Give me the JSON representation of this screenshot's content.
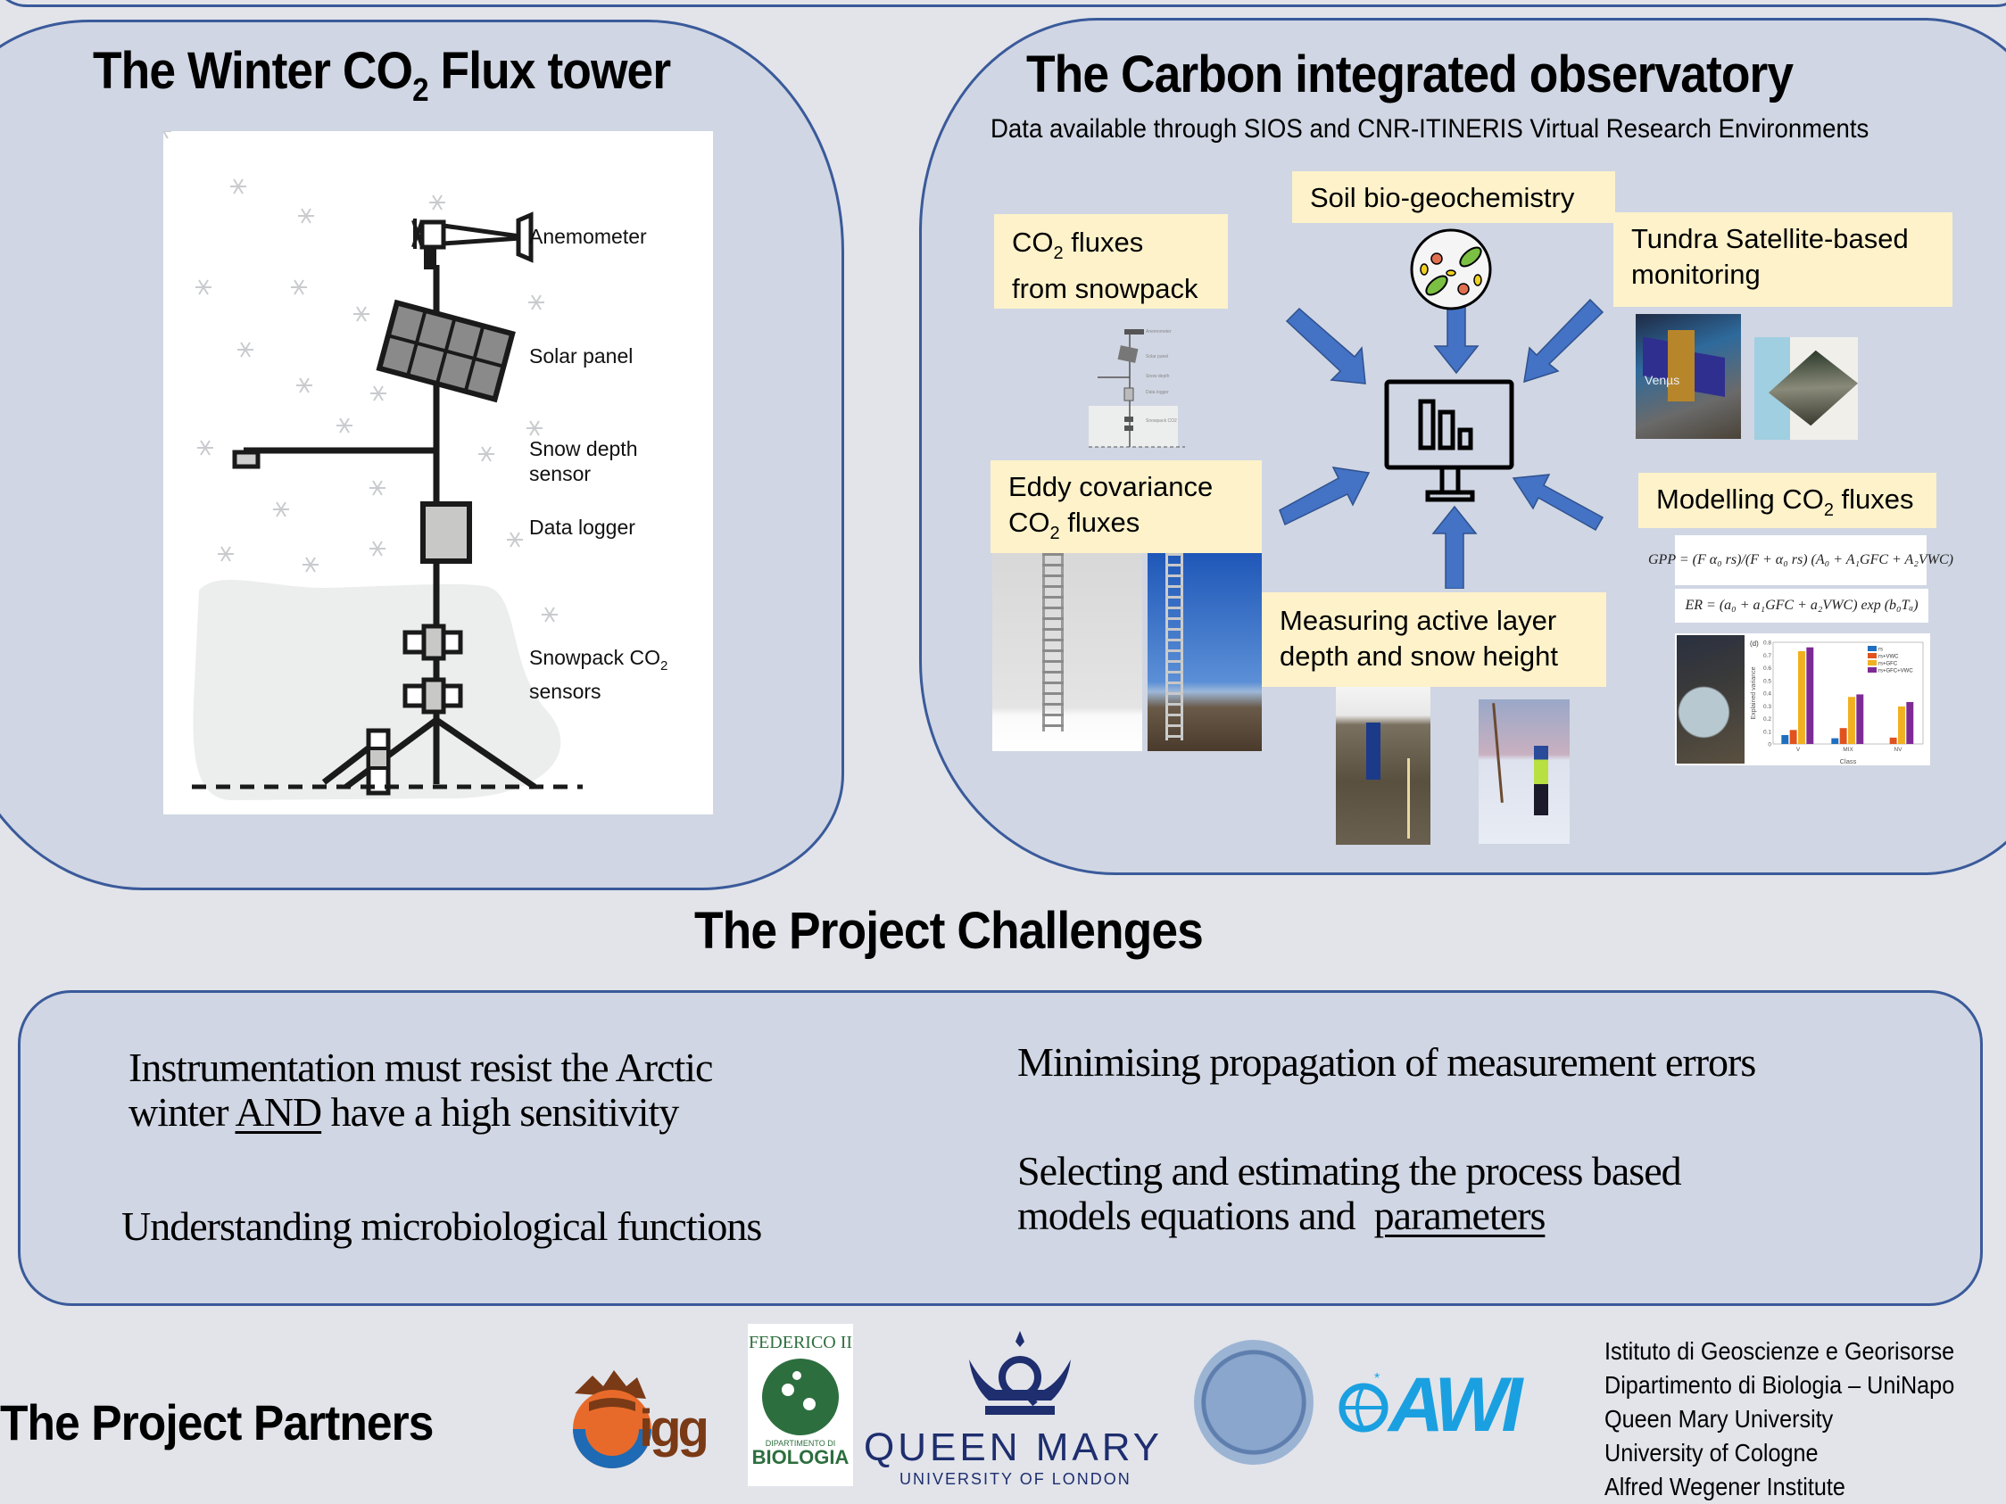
{
  "tower_panel": {
    "title": "The Winter CO",
    "title_sub": "2",
    "title_rest": " Flux tower",
    "labels": {
      "anemometer": "Anemometer",
      "solar_panel": "Solar panel",
      "snow_depth_1": "Snow depth",
      "snow_depth_2": "sensor",
      "data_logger": "Data logger",
      "snowpack_1": "Snowpack CO",
      "snowpack_sub": "2",
      "snowpack_2": "sensors"
    }
  },
  "observatory_panel": {
    "title": "The Carbon integrated observatory",
    "subtitle": "Data available through SIOS and CNR-ITINERIS Virtual Research Environments",
    "boxes": {
      "soil": "Soil bio-geochemistry",
      "snowpack_1": "CO",
      "snowpack_sub": "2",
      "snowpack_1b": " fluxes",
      "snowpack_2": "from snowpack",
      "satellite_1": "Tundra Satellite-based",
      "satellite_2": "monitoring",
      "eddy_1": "Eddy covariance",
      "eddy_2": "CO",
      "eddy_sub": "2",
      "eddy_2b": " fluxes",
      "active_1": "Measuring active layer",
      "active_2": "depth and snow height",
      "modelling": "Modelling CO",
      "modelling_sub": "2",
      "modelling_rest": " fluxes"
    },
    "satellite_image_text": "Venµs",
    "equations": {
      "gpp": "GPP = (F α₀ rs)/(F + α₀ rs) (A₀ + A₁GFC + A₂VWC)",
      "er": "ER = (a₀ + a₁GFC + a₂VWC) exp (b₀Tₐ)"
    },
    "colors": {
      "arrow": "#4472c4",
      "label_bg": "#fdf2ca"
    }
  },
  "chart_data": {
    "type": "bar",
    "title": "(d)",
    "xlabel": "Class",
    "ylabel": "Explained variance",
    "ylim": [
      0,
      0.8
    ],
    "yticks": [
      "0",
      "0.1",
      "0.2",
      "0.3",
      "0.4",
      "0.5",
      "0.6",
      "0.7",
      "0.8"
    ],
    "categories": [
      "V",
      "MIX",
      "NV"
    ],
    "legend_position": "top-right",
    "series": [
      {
        "name": "rs",
        "color": "#1f6fc0",
        "values": [
          0.07,
          0.045,
          0.0
        ]
      },
      {
        "name": "rs+VWC",
        "color": "#e0531e",
        "values": [
          0.11,
          0.125,
          0.05
        ]
      },
      {
        "name": "rs+GFC",
        "color": "#f0b020",
        "values": [
          0.73,
          0.37,
          0.295
        ]
      },
      {
        "name": "rs+GFC+VWC",
        "color": "#7e2a95",
        "values": [
          0.76,
          0.39,
          0.33
        ]
      }
    ]
  },
  "challenges": {
    "heading": "The Project Challenges",
    "items": {
      "c1_line1": "Instrumentation must resist the Arctic",
      "c1_line2a": "winter ",
      "c1_line2u": "AND",
      "c1_line2b": " have a high sensitivity",
      "c2": "Understanding microbiological functions",
      "c3": "Minimising propagation of measurement errors",
      "c4_line1": "Selecting and estimating the process based",
      "c4_line2a": "models equations and  ",
      "c4_line2u": "parameters"
    }
  },
  "partners": {
    "heading": "The Project Partners",
    "logos": {
      "igg": "igg",
      "federico_top": "FEDERICO II",
      "federico_dept": "DIPARTIMENTO DI",
      "federico_bio": "BIOLOGIA",
      "qm_name": "QUEEN MARY",
      "qm_sub": "UNIVERSITY OF LONDON",
      "awi": "AWI"
    },
    "list": [
      "Istituto di Geoscienze e Georisorse",
      "Dipartimento di Biologia – UniNapo",
      "Queen Mary University",
      "University of Cologne",
      "Alfred Wegener Institute"
    ]
  }
}
